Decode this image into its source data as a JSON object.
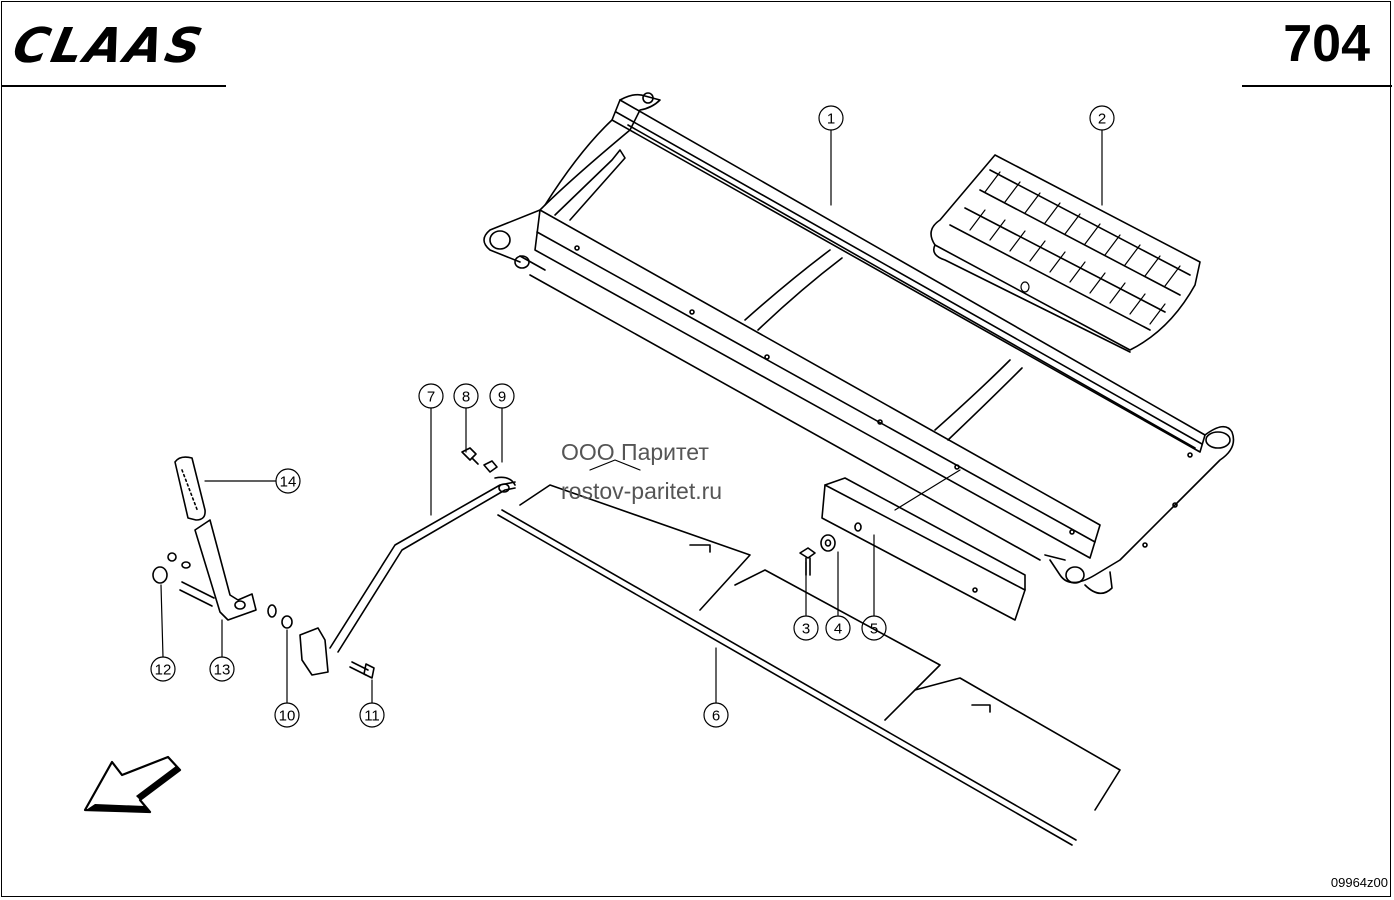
{
  "header": {
    "brand": "CLAAS",
    "page_number": "704"
  },
  "watermark": {
    "line1": "ООО Паритет",
    "line2": "rostov-paritet.ru"
  },
  "drawing_code": "09964z00",
  "callouts": [
    {
      "id": "c1",
      "label": "1"
    },
    {
      "id": "c2",
      "label": "2"
    },
    {
      "id": "c3",
      "label": "3"
    },
    {
      "id": "c4",
      "label": "4"
    },
    {
      "id": "c5",
      "label": "5"
    },
    {
      "id": "c6",
      "label": "6"
    },
    {
      "id": "c7",
      "label": "7"
    },
    {
      "id": "c8",
      "label": "8"
    },
    {
      "id": "c9",
      "label": "9"
    },
    {
      "id": "c10",
      "label": "10"
    },
    {
      "id": "c11",
      "label": "11"
    },
    {
      "id": "c12",
      "label": "12"
    },
    {
      "id": "c13",
      "label": "13"
    },
    {
      "id": "c14",
      "label": "14"
    }
  ],
  "icons": {
    "direction_arrow": "arrow-down-left-icon"
  }
}
